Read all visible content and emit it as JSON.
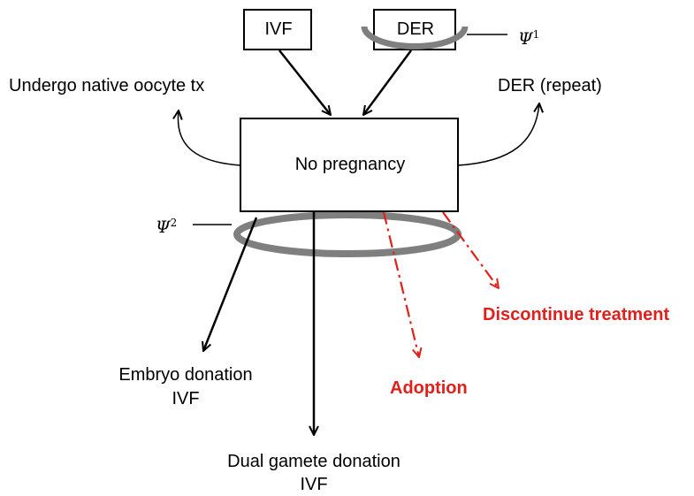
{
  "boxes": {
    "ivf": "IVF",
    "der": "DER",
    "no_pregnancy": "No pregnancy"
  },
  "markers": {
    "psi_symbol": "Ψ",
    "psi1_index": "1",
    "psi2_index": "2"
  },
  "outcomes": {
    "native_oocyte": "Undergo native oocyte tx",
    "der_repeat": "DER (repeat)",
    "embryo_donation_line1": "Embryo donation",
    "embryo_donation_line2": "IVF",
    "dual_gamete_line1": "Dual  gamete donation",
    "dual_gamete_line2": "IVF",
    "adoption": "Adoption",
    "discontinue": "Discontinue treatment"
  },
  "colors": {
    "ring": "#7f7f7f",
    "alt_outcome": "#e0201b"
  }
}
